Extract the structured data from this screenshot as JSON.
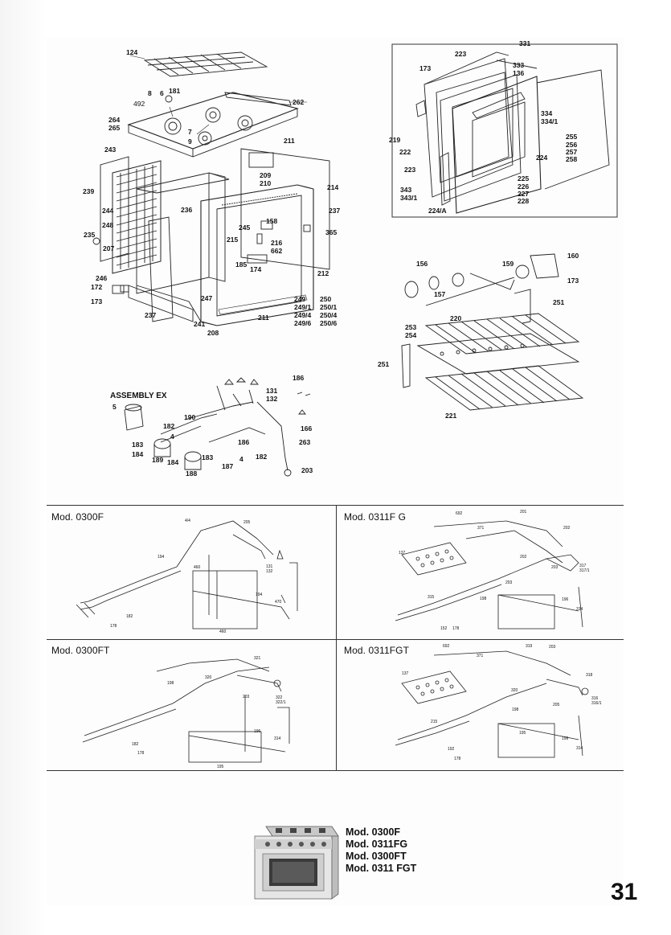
{
  "exploded_view": {
    "callouts": [
      {
        "id": "c124",
        "text": "124"
      },
      {
        "id": "c262",
        "text": "262"
      },
      {
        "id": "c492",
        "text": "492"
      },
      {
        "id": "c8",
        "text": "8"
      },
      {
        "id": "c6",
        "text": "6"
      },
      {
        "id": "c181",
        "text": "181"
      },
      {
        "id": "c264",
        "text": "264"
      },
      {
        "id": "c265",
        "text": "265"
      },
      {
        "id": "c7",
        "text": "7"
      },
      {
        "id": "c9",
        "text": "9"
      },
      {
        "id": "c243",
        "text": "243"
      },
      {
        "id": "c211a",
        "text": "211"
      },
      {
        "id": "c209",
        "text": "209"
      },
      {
        "id": "c210",
        "text": "210"
      },
      {
        "id": "c239",
        "text": "239"
      },
      {
        "id": "c214",
        "text": "214"
      },
      {
        "id": "c236",
        "text": "236"
      },
      {
        "id": "c237a",
        "text": "237"
      },
      {
        "id": "c244",
        "text": "244"
      },
      {
        "id": "c158",
        "text": "158"
      },
      {
        "id": "c248",
        "text": "248"
      },
      {
        "id": "c245",
        "text": "245"
      },
      {
        "id": "c365",
        "text": "365"
      },
      {
        "id": "c235",
        "text": "235"
      },
      {
        "id": "c215",
        "text": "215"
      },
      {
        "id": "c216",
        "text": "216"
      },
      {
        "id": "c662",
        "text": "662"
      },
      {
        "id": "c207",
        "text": "207"
      },
      {
        "id": "c185",
        "text": "185"
      },
      {
        "id": "c174",
        "text": "174"
      },
      {
        "id": "c212",
        "text": "212"
      },
      {
        "id": "c246",
        "text": "246"
      },
      {
        "id": "c172",
        "text": "172"
      },
      {
        "id": "c173a",
        "text": "173"
      },
      {
        "id": "c247",
        "text": "247"
      },
      {
        "id": "c249",
        "text": "249"
      },
      {
        "id": "c250",
        "text": "250"
      },
      {
        "id": "c249_1",
        "text": "249/1"
      },
      {
        "id": "c250_1",
        "text": "250/1"
      },
      {
        "id": "c249_4",
        "text": "249/4"
      },
      {
        "id": "c250_4",
        "text": "250/4"
      },
      {
        "id": "c249_6",
        "text": "249/6"
      },
      {
        "id": "c250_6",
        "text": "250/6"
      },
      {
        "id": "c237b",
        "text": "237"
      },
      {
        "id": "c241",
        "text": "241"
      },
      {
        "id": "c211b",
        "text": "211"
      },
      {
        "id": "c208",
        "text": "208"
      }
    ]
  },
  "door_view": {
    "callouts": [
      {
        "id": "d331",
        "text": "331"
      },
      {
        "id": "d223a",
        "text": "223"
      },
      {
        "id": "d173",
        "text": "173"
      },
      {
        "id": "d333",
        "text": "333"
      },
      {
        "id": "d136",
        "text": "136"
      },
      {
        "id": "d334",
        "text": "334"
      },
      {
        "id": "d334_1",
        "text": "334/1"
      },
      {
        "id": "d219",
        "text": "219"
      },
      {
        "id": "d255",
        "text": "255"
      },
      {
        "id": "d256",
        "text": "256"
      },
      {
        "id": "d257",
        "text": "257"
      },
      {
        "id": "d258",
        "text": "258"
      },
      {
        "id": "d222",
        "text": "222"
      },
      {
        "id": "d224",
        "text": "224"
      },
      {
        "id": "d223b",
        "text": "223"
      },
      {
        "id": "d225",
        "text": "225"
      },
      {
        "id": "d226",
        "text": "226"
      },
      {
        "id": "d227",
        "text": "227"
      },
      {
        "id": "d228",
        "text": "228"
      },
      {
        "id": "d343",
        "text": "343"
      },
      {
        "id": "d343_1",
        "text": "343/1"
      },
      {
        "id": "d224a",
        "text": "224/A"
      }
    ]
  },
  "spit_view": {
    "callouts": [
      {
        "id": "s156",
        "text": "156"
      },
      {
        "id": "s159",
        "text": "159"
      },
      {
        "id": "s160",
        "text": "160"
      },
      {
        "id": "s157",
        "text": "157"
      },
      {
        "id": "s173",
        "text": "173"
      },
      {
        "id": "s251a",
        "text": "251"
      },
      {
        "id": "s220",
        "text": "220"
      },
      {
        "id": "s253",
        "text": "253"
      },
      {
        "id": "s254",
        "text": "254"
      },
      {
        "id": "s251b",
        "text": "251"
      },
      {
        "id": "s221",
        "text": "221"
      }
    ]
  },
  "assembly_view": {
    "title": "ASSEMBLY EX",
    "callouts": [
      {
        "id": "a186a",
        "text": "186"
      },
      {
        "id": "a131",
        "text": "131"
      },
      {
        "id": "a132",
        "text": "132"
      },
      {
        "id": "a5",
        "text": "5"
      },
      {
        "id": "a182a",
        "text": "182"
      },
      {
        "id": "a190",
        "text": "190"
      },
      {
        "id": "a4a",
        "text": "4"
      },
      {
        "id": "a166",
        "text": "166"
      },
      {
        "id": "a183a",
        "text": "183"
      },
      {
        "id": "a184a",
        "text": "184"
      },
      {
        "id": "a186b",
        "text": "186"
      },
      {
        "id": "a263",
        "text": "263"
      },
      {
        "id": "a189",
        "text": "189"
      },
      {
        "id": "a184b",
        "text": "184"
      },
      {
        "id": "a183b",
        "text": "183"
      },
      {
        "id": "a4b",
        "text": "4"
      },
      {
        "id": "a182b",
        "text": "182"
      },
      {
        "id": "a187",
        "text": "187"
      },
      {
        "id": "a188",
        "text": "188"
      },
      {
        "id": "a203",
        "text": "203"
      }
    ]
  },
  "model_panels": [
    {
      "title": "Mod. 0300F",
      "labels": [
        "4/4",
        "205",
        "194",
        "460",
        "131",
        "132",
        "194",
        "470",
        "182",
        "178",
        "460"
      ]
    },
    {
      "title": "Mod. 0311F G",
      "labels": [
        "692",
        "201",
        "371",
        "202",
        "137",
        "202",
        "203",
        "317",
        "317/1",
        "315",
        "203",
        "196",
        "152",
        "178",
        "198",
        "314"
      ]
    },
    {
      "title": "Mod. 0300FT",
      "labels": [
        "321",
        "198",
        "320",
        "203",
        "322",
        "322/1",
        "182",
        "178",
        "196",
        "314",
        "195"
      ]
    },
    {
      "title": "Mod. 0311FGT",
      "labels": [
        "692",
        "319",
        "203",
        "371",
        "318",
        "137",
        "320",
        "205",
        "316",
        "316/1",
        "198",
        "215",
        "195",
        "192",
        "178",
        "196",
        "314"
      ]
    }
  ],
  "model_list": [
    "Mod. 0300F",
    "Mod. 0311FG",
    "Mod. 0300FT",
    "Mod. 0311 FGT"
  ],
  "page_number": "31"
}
